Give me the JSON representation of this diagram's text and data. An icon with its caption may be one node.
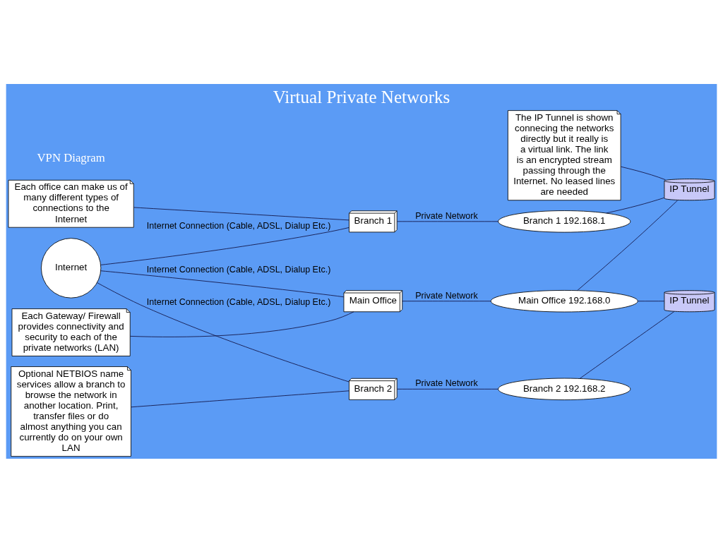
{
  "diagram": {
    "title": "Virtual Private Networks",
    "nodes": [
      {
        "text": [
          "Internet"
        ]
      },
      {
        "text": [
          "Branch 1"
        ]
      },
      {
        "text": [
          "Main Office"
        ]
      },
      {
        "text": [
          "Branch 2"
        ]
      },
      {
        "text": [
          "Branch 1 192.168.1"
        ]
      },
      {
        "text": [
          "Main Office 192.168.0"
        ]
      },
      {
        "text": [
          "Branch 2 192.168.2"
        ]
      },
      {
        "text": [
          "IP Tunnel"
        ]
      },
      {
        "text": [
          "IP Tunnel"
        ]
      },
      {
        "text": [
          "Each office can make us of many different types of connections to the Internet"
        ]
      },
      {
        "text": [
          "The IP Tunnel is shown connecing the networks directly but it really is a virtual link. The link is an encrypted stream passing through the Internet. No leased lines are needed"
        ]
      },
      {
        "text": [
          "Each Gateway/ Firewall provides connectivity and security to each of the private networks (LAN)"
        ]
      },
      {
        "text": [
          "Optional NETBIOS name services allow a branch to browse the network in another location. Print, transfer files or do almost anything you can currently do on your own LAN"
        ]
      }
    ],
    "edges": [
      {
        "from": 0,
        "to": 1,
        "arrow": "none",
        "label": "Internet Connection (Cable, ADSL, Dialup Etc.)"
      },
      {
        "from": 0,
        "to": 2,
        "arrow": "none",
        "label": "Internet Connection (Cable, ADSL, Dialup Etc.)"
      },
      {
        "from": 0,
        "to": 3,
        "arrow": "none",
        "label": "Internet Connection (Cable, ADSL, Dialup Etc.)"
      },
      {
        "from": 1,
        "to": 4,
        "arrow": "none",
        "label": "Private Network"
      },
      {
        "from": 2,
        "to": 5,
        "arrow": "none",
        "label": "Private Network"
      },
      {
        "from": 3,
        "to": 6,
        "arrow": "none",
        "label": "Private Network"
      },
      {
        "from": 4,
        "to": 7,
        "arrow": "none"
      },
      {
        "from": 7,
        "to": 5,
        "arrow": "none"
      },
      {
        "from": 5,
        "to": 8,
        "arrow": "none"
      },
      {
        "from": 8,
        "to": 6,
        "arrow": "none"
      },
      {
        "from": 9,
        "to": 1,
        "arrow": "none"
      },
      {
        "from": 10,
        "to": 7,
        "arrow": "none"
      },
      {
        "from": 11,
        "to": 2,
        "arrow": "none"
      },
      {
        "from": 12,
        "to": 3,
        "arrow": "none"
      }
    ],
    "labels": [
      "VPN Diagram"
    ]
  }
}
